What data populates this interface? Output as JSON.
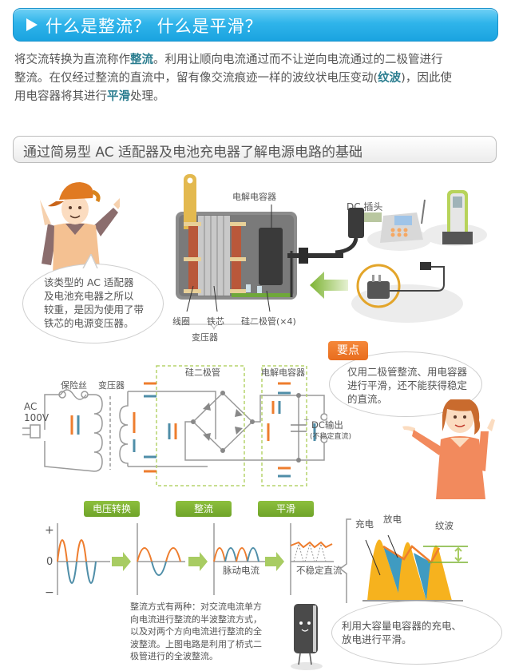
{
  "header": {
    "title": "什么是整流？ 什么是平滑？",
    "icon": "play-triangle-icon",
    "color": "#2fb4ea"
  },
  "intro": {
    "line1_a": "将交流转换为直流称作",
    "line1_b": "整流",
    "line1_c": "。利用让顺向电流通过而不让逆向电流通过的二极管进行",
    "line2_a": "整流。在仅经过整流的直流中，留有像交流痕迹一样的波纹状电压变动(",
    "line2_b": "纹波",
    "line2_c": ")，因此使",
    "line3_a": "用电容器将其进行",
    "line3_b": "平滑",
    "line3_c": "处理。"
  },
  "subheader": {
    "title": "通过简易型 AC 适配器及电池充电器了解电源电路的基础"
  },
  "adapter_figure": {
    "capacitor_label": "电解电容器",
    "coil_label": "线圈",
    "core_label": "铁芯",
    "diode_label": "硅二极管(×4)",
    "transformer_label": "变压器",
    "dc_plug_label": "DC 插头"
  },
  "man_bubble": {
    "lines": [
      "该类型的 AC 适配器",
      "及电池充电器之所以",
      "较重，是因为使用了带",
      "铁芯的电源变压器。"
    ]
  },
  "circuit": {
    "fuse_label": "保险丝",
    "transformer_label": "变压器",
    "ac_label_1": "AC",
    "ac_label_2": "100V",
    "diode_label": "硅二极管",
    "capacitor_label": "电解电容器",
    "dc_out_1": "DC输出",
    "dc_out_2": "(不稳定直流)",
    "orange": "#ee7d2e",
    "blue": "#4f8ea8"
  },
  "key_point": {
    "tag": "要点",
    "lines": [
      "仅用二极管整流、用电容器",
      "进行平滑，还不能获得稳定",
      "的直流。"
    ],
    "color": "#e8701f"
  },
  "stages": {
    "tags": [
      "电压转换",
      "整流",
      "平滑"
    ],
    "y_plus": "+",
    "y_zero": "0",
    "y_minus": "−",
    "pulse_label": "脉动电流",
    "unstable_label": "不稳定直流",
    "accent": "#7cb332"
  },
  "ripple_detail": {
    "charge_label": "充电",
    "discharge_label": "放电",
    "ripple_label": "纹波",
    "charge_color": "#f6b21e",
    "discharge_color": "#3f9bc1",
    "edge_color": "#ee7d2e"
  },
  "note": {
    "lines": [
      "整流方式有两种：对交流电流单方",
      "向电流进行整流的半波整流方式，",
      "以及对两个方向电流进行整流的全",
      "波整流。上图电路是利用了桥式二",
      "极管进行的全波整流。"
    ]
  },
  "capacitor_bubble": {
    "lines": [
      "利用大容量电容器的充电、",
      "放电进行平滑。"
    ]
  }
}
